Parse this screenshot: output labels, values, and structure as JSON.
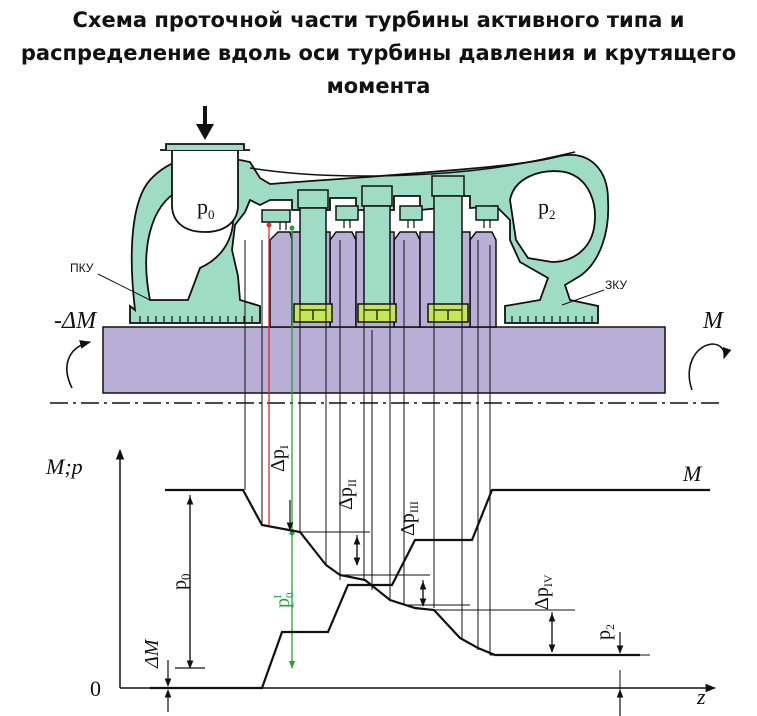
{
  "title": {
    "line1": "Схема проточной части турбины активного типа  и",
    "line2": "распределение вдоль оси турбины давления и крутящего",
    "line3": "момента"
  },
  "labels": {
    "p0_chamber": "p",
    "p0_chamber_sub": "0",
    "p2_chamber": "p",
    "p2_chamber_sub": "2",
    "pku": "ПКУ",
    "zku": "ЗКУ",
    "minus_dM": "-ΔM",
    "M_top": "M",
    "axis_y": "M;p",
    "origin": "0",
    "axis_x": "z",
    "M_curve": "M",
    "dp1": "Δp",
    "dp1_sub": "I",
    "dp2": "Δp",
    "dp2_sub": "II",
    "dp3": "Δp",
    "dp3_sub": "III",
    "dp4": "Δp",
    "dp4_sub": "IV",
    "p0_dim": "p",
    "p0_dim_sub": "0",
    "p0_prime": "p",
    "p0_prime_sub": "0",
    "p0_prime_sup": "I",
    "p2_dim": "p",
    "p2_dim_sub": "2",
    "dM_dim": "ΔM"
  },
  "colors": {
    "casing": "#9fdcc6",
    "rotor": "#b9aed6",
    "blade_root": "#c6e655",
    "stroke": "#111111",
    "red_line": "#e02b2b",
    "green_line": "#22a33a"
  }
}
